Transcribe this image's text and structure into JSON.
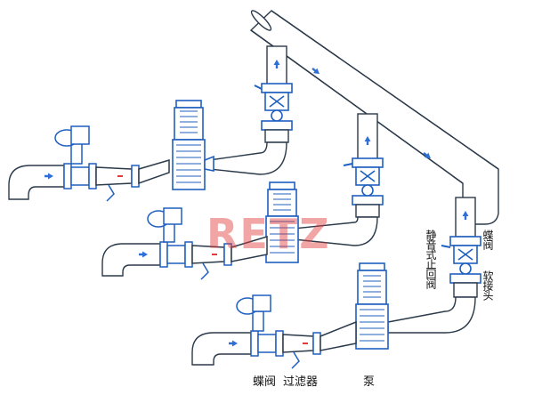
{
  "labels": {
    "butterfly_valve": "蝶阀",
    "filter": "过滤器",
    "pump": "泵",
    "silent_check_valve": "静音式止回阀",
    "flexible_joint": "软接头",
    "butterfly_valve_2": "蝶阀"
  },
  "watermark": "RETZ",
  "colors": {
    "pipe_outline": "#2b3a4a",
    "equipment_blue": "#1f5fbf",
    "flow_arrow": "#2d6fd6",
    "watermark": "#e33a3a"
  }
}
